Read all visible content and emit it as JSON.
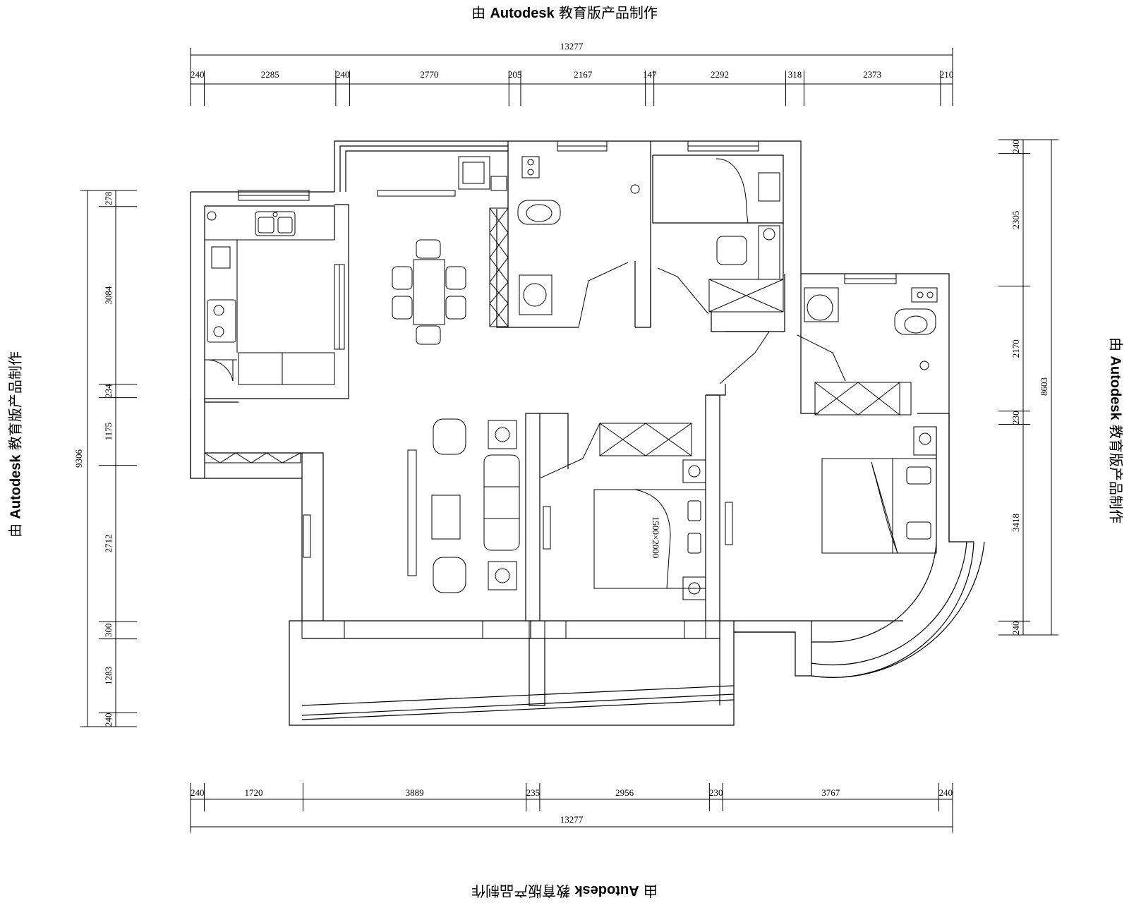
{
  "watermark": {
    "prefix": "由 ",
    "brand": "Autodesk",
    "suffix": " 教育版产品制作"
  },
  "dimensions": {
    "top_total": "13277",
    "top": [
      "240",
      "2285",
      "240",
      "2770",
      "205",
      "2167",
      "147",
      "2292",
      "318",
      "2373",
      "210"
    ],
    "bottom": [
      "240",
      "1720",
      "3889",
      "235",
      "2956",
      "230",
      "3767",
      "240"
    ],
    "bottom_total": "13277",
    "left_total": "9306",
    "left": [
      "278",
      "3084",
      "234",
      "1175",
      "2712",
      "300",
      "1283",
      "240"
    ],
    "right_total": "8603",
    "right": [
      "240",
      "2305",
      "2170",
      "230",
      "3418",
      "240"
    ]
  },
  "labels": {
    "bed_size": "1500×2000"
  }
}
